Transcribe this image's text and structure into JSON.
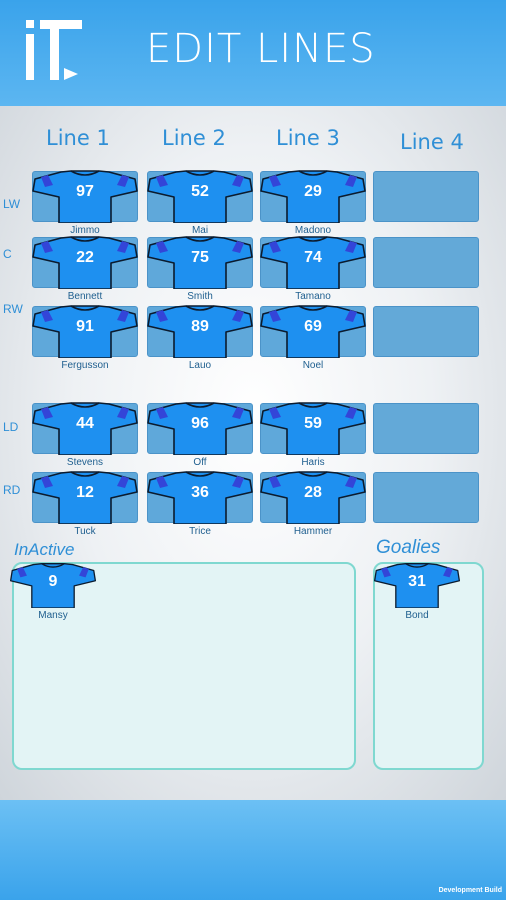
{
  "header": {
    "title": "EDIT LINES",
    "logo_icon": "it-logo-icon"
  },
  "columns": [
    "Line 1",
    "Line 2",
    "Line 3",
    "Line 4"
  ],
  "rows": [
    {
      "label": "LW",
      "slots": [
        {
          "number": "97",
          "name": "Jimmo"
        },
        {
          "number": "52",
          "name": "Mai"
        },
        {
          "number": "29",
          "name": "Madono"
        },
        null
      ]
    },
    {
      "label": "C",
      "slots": [
        {
          "number": "22",
          "name": "Bennett"
        },
        {
          "number": "75",
          "name": "Smith"
        },
        {
          "number": "74",
          "name": "Tamano"
        },
        null
      ]
    },
    {
      "label": "RW",
      "slots": [
        {
          "number": "91",
          "name": "Fergusson"
        },
        {
          "number": "89",
          "name": "Lauo"
        },
        {
          "number": "69",
          "name": "Noel"
        },
        null
      ]
    },
    {
      "label": "LD",
      "slots": [
        {
          "number": "44",
          "name": "Stevens"
        },
        {
          "number": "96",
          "name": "Off"
        },
        {
          "number": "59",
          "name": "Haris"
        },
        null
      ]
    },
    {
      "label": "RD",
      "slots": [
        {
          "number": "12",
          "name": "Tuck"
        },
        {
          "number": "36",
          "name": "Trice"
        },
        {
          "number": "28",
          "name": "Hammer"
        },
        null
      ]
    }
  ],
  "inactive": {
    "title": "InActive",
    "players": [
      {
        "number": "9",
        "name": "Mansy"
      }
    ]
  },
  "goalies": {
    "title": "Goalies",
    "players": [
      {
        "number": "31",
        "name": "Bond"
      }
    ]
  },
  "footer": {
    "dev_build": "Development Build"
  },
  "colors": {
    "jersey": "#1e90f0",
    "jersey_stripe": "#3345d8",
    "accent": "#2f8fd6",
    "header": "#3aa3eb"
  }
}
